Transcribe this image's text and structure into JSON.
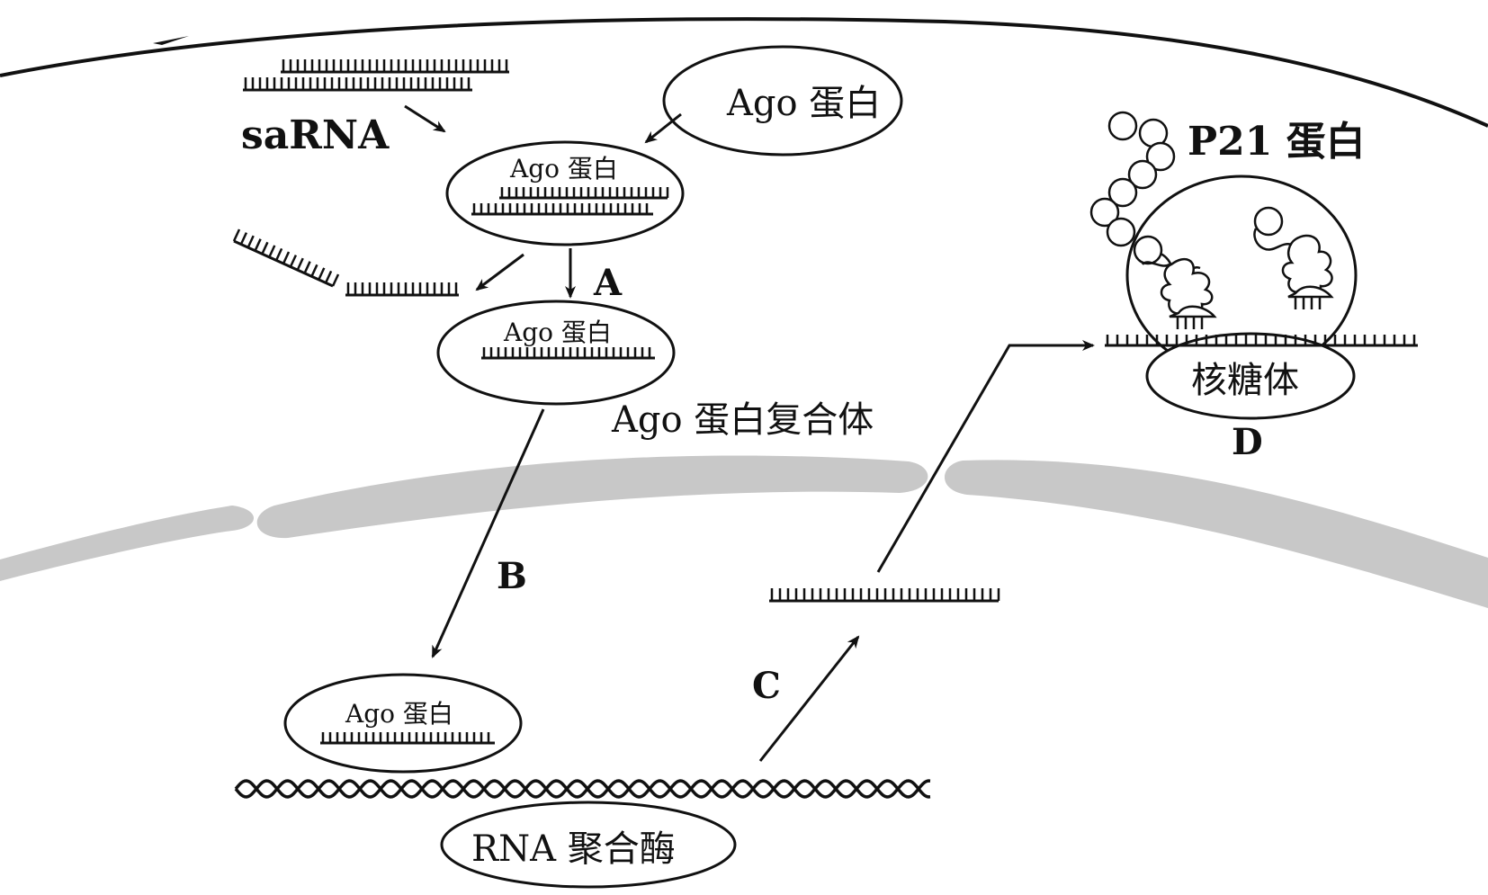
{
  "labels": {
    "sarna": "saRNA",
    "ago_protein": "Ago 蛋白",
    "ago_in_complex_1": "Ago 蛋白",
    "ago_in_complex_2": "Ago 蛋白",
    "ago_complex": "Ago 蛋白复合体",
    "ago_at_dna": "Ago 蛋白",
    "rna_polymerase": "RNA 聚合酶",
    "p21_protein": "P21 蛋白",
    "ribosome": "核糖体",
    "step_a": "A",
    "step_b": "B",
    "step_c": "C",
    "step_d": "D"
  },
  "colors": {
    "ink": "#111111",
    "nuclear_envelope": "#c8c8c8",
    "background": "#ffffff"
  },
  "icons": {
    "double_strand": "rna-duplex-icon",
    "single_strand": "rna-strand-icon",
    "dna_helix": "dna-helix-icon",
    "peptide_chain": "peptide-chain-icon",
    "trna": "trna-icon"
  }
}
